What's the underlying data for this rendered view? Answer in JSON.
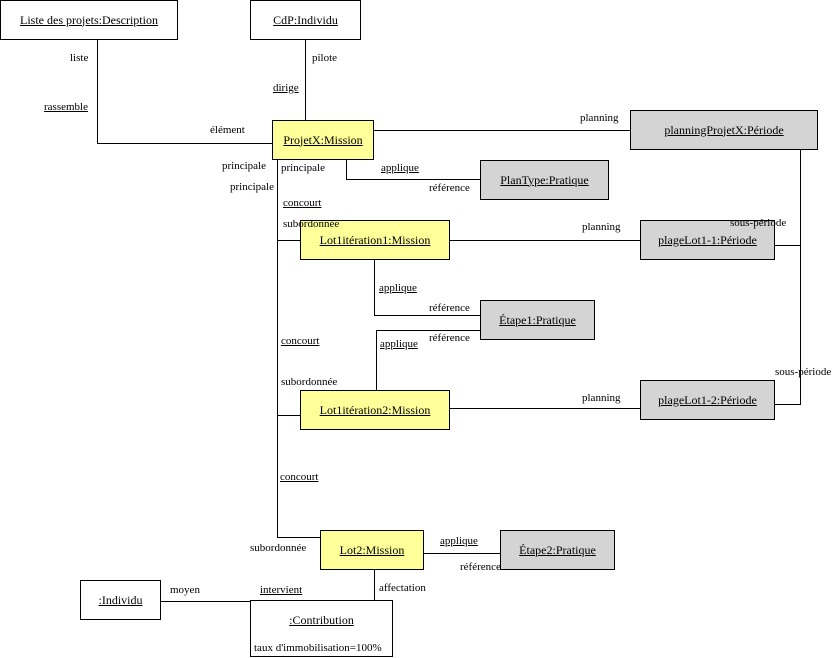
{
  "objects": {
    "liste_projets": "Liste des projets:Description",
    "cdp": "CdP:Individu",
    "projetx": "ProjetX:Mission",
    "planning_projetx": "planningProjetX:Période",
    "plantype": "PlanType:Pratique",
    "lot1_iter1": "Lot1itération1:Mission",
    "plage_lot1_1": "plageLot1-1:Période",
    "etape1": "Étape1:Pratique",
    "lot1_iter2": "Lot1itération2:Mission",
    "plage_lot1_2": "plageLot1-2:Période",
    "lot2": "Lot2:Mission",
    "etape2": "Étape2:Pratique",
    "individu": ":Individu",
    "contribution": ":Contribution",
    "contribution_attr": "taux d'immobilisation=100%"
  },
  "labels": {
    "liste": "liste",
    "rassemble": "rassemble",
    "element": "élément",
    "pilote": "pilote",
    "dirige": "dirige",
    "planning1": "planning",
    "principale_a": "principale",
    "principale_b": "principale",
    "principale_c": "principale",
    "applique1": "applique",
    "reference1": "référence",
    "concourt1": "concourt",
    "subordonnee1": "subordonnée",
    "planning2": "planning",
    "sous_periode1": "sous-période",
    "applique2": "applique",
    "reference2": "référence",
    "applique3": "applique",
    "reference3": "référence",
    "concourt2": "concourt",
    "subordonnee2": "subordonnée",
    "planning3": "planning",
    "sous_periode2": "sous-période",
    "concourt3": "concourt",
    "subordonnee3": "subordonnée",
    "applique4": "applique",
    "reference4": "référence",
    "moyen": "moyen",
    "intervient": "intervient",
    "affectation": "affectation"
  },
  "colors": {
    "mission": "#ffff99",
    "periode_pratique": "#d4d4d4",
    "other": "#ffffff"
  }
}
